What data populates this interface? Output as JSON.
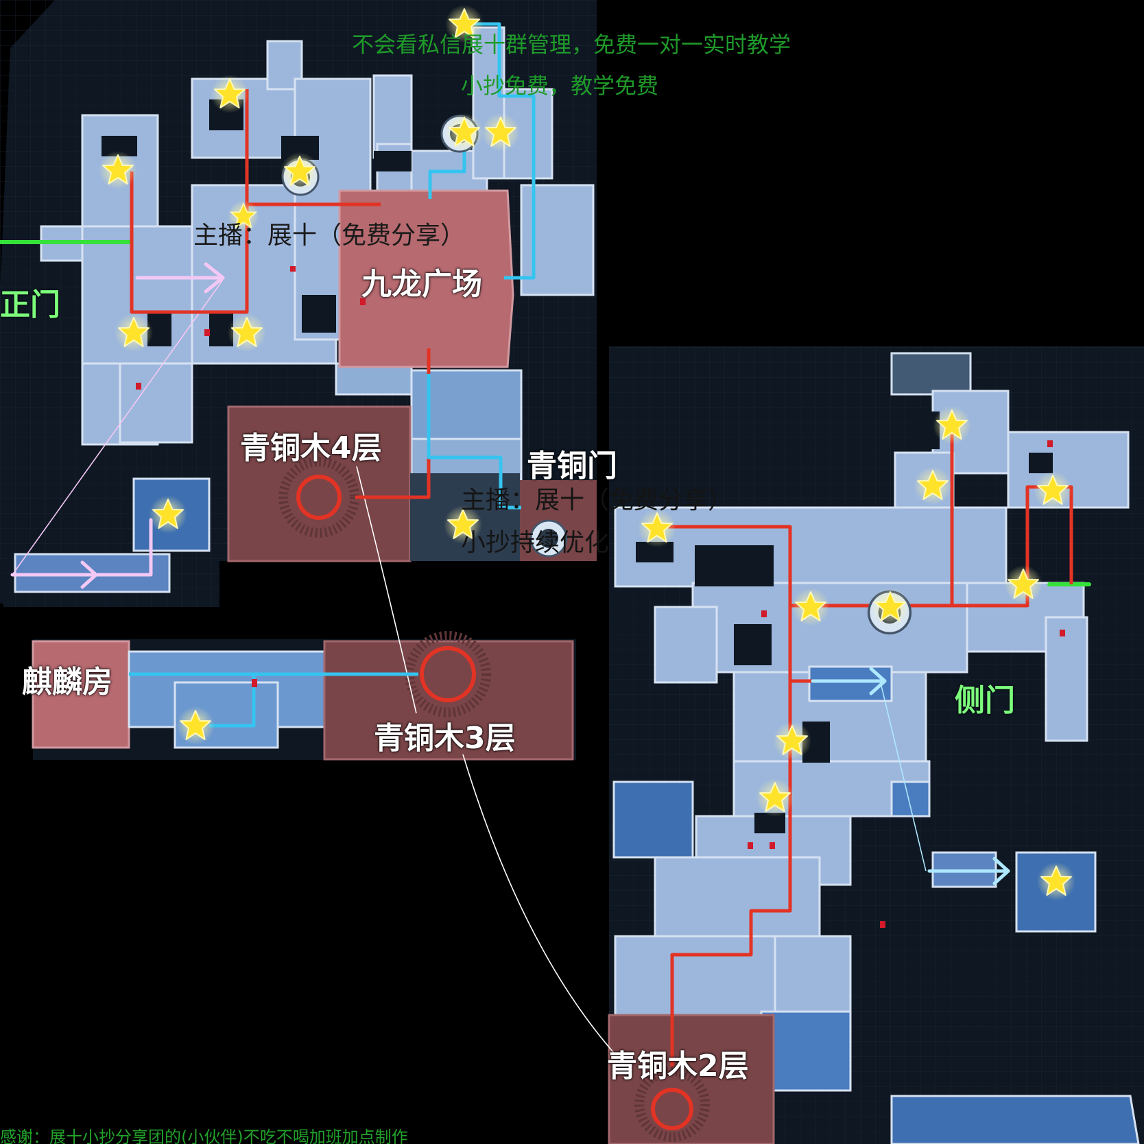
{
  "header": {
    "line1": "不会看私信展十群管理，免费一对一实时教学",
    "line2": "小抄免费，教学免费"
  },
  "watermark": {
    "text1": "主播：展十（免费分享）",
    "text2": "主播：展十（免费分享）",
    "text3": "小抄持续优化"
  },
  "labels": {
    "main_door": "正门",
    "side_door": "侧门",
    "jiulong_plaza": "九龙广场",
    "bronze_gate": "青铜门",
    "qilin_room": "麒麟房",
    "bronze_wood_4": "青铜木4层",
    "bronze_wood_3": "青铜木3层",
    "bronze_wood_2": "青铜木2层"
  },
  "footer": {
    "credit": "感谢：展十小抄分享团的(小伙伴)不吃不喝加班加点制作"
  },
  "colors": {
    "route_red": "#e23325",
    "route_cyan": "#35c4ef",
    "route_pink": "#f4c8f4",
    "door_green": "#34e23a",
    "star": "#ffe32a",
    "room_blue": "#9db7dc",
    "room_red": "#b76a70"
  }
}
